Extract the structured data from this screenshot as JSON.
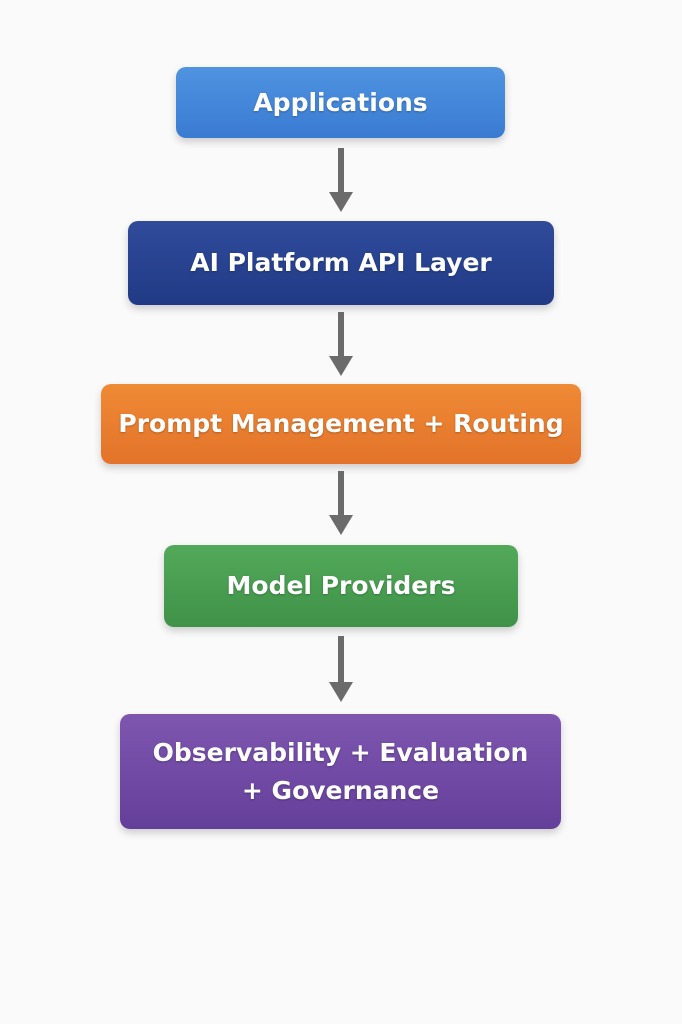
{
  "diagram": {
    "nodes": [
      {
        "id": "applications",
        "lines": [
          "Applications"
        ],
        "color": "#4a8bdb"
      },
      {
        "id": "api-layer",
        "lines": [
          "AI Platform API Layer"
        ],
        "color": "#26408e"
      },
      {
        "id": "prompt-routing",
        "lines": [
          "Prompt Management + Routing"
        ],
        "color": "#ea7f30"
      },
      {
        "id": "model-providers",
        "lines": [
          "Model Providers"
        ],
        "color": "#489e50"
      },
      {
        "id": "observability",
        "lines": [
          "Observability + Evaluation",
          "+ Governance"
        ],
        "color": "#714aa5"
      }
    ],
    "edges": [
      {
        "from": "applications",
        "to": "api-layer"
      },
      {
        "from": "api-layer",
        "to": "prompt-routing"
      },
      {
        "from": "prompt-routing",
        "to": "model-providers"
      },
      {
        "from": "model-providers",
        "to": "observability"
      }
    ],
    "arrow_color": "#6b6b6b"
  }
}
